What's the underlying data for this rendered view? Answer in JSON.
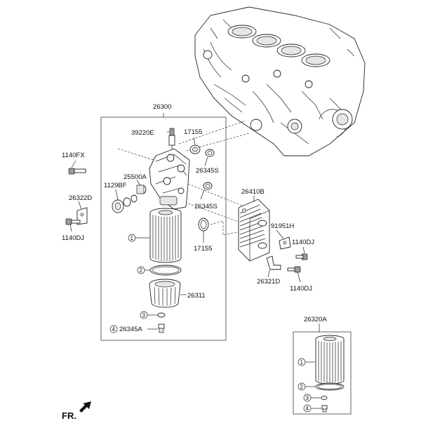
{
  "labels": {
    "p26300": "26300",
    "p39220E": "39220E",
    "p17155_top": "17155",
    "p26345S_top": "26345S",
    "p1140FX": "1140FX",
    "p25500A": "25500A",
    "p1129BF": "1129BF",
    "p26322D": "26322D",
    "p1140DJ_left": "1140DJ",
    "p26345S_mid": "26345S",
    "p17155_mid": "17155",
    "p26410B": "26410B",
    "p91951H": "91951H",
    "p1140DJ_right": "1140DJ",
    "p26321D": "26321D",
    "p1140DJ_bottom": "1140DJ",
    "p26311": "26311",
    "p26345A": "26345A",
    "p26320A": "26320A",
    "fr": "FR."
  },
  "callouts": {
    "c1": "1",
    "c2": "2",
    "c3": "3",
    "c4": "4",
    "k1": "1",
    "k2": "2",
    "k3": "3",
    "k4": "4"
  }
}
